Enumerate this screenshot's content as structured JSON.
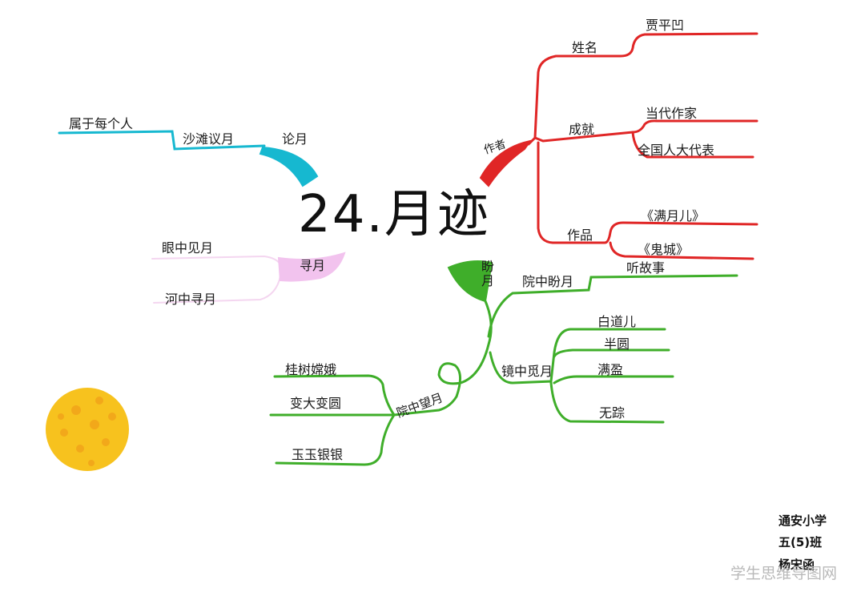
{
  "title": "24.月迹",
  "colors": {
    "red": "#e02626",
    "cyan": "#16b8d0",
    "green": "#3fae2a",
    "pink": "#f2c3ee",
    "moon": "#f7c21e"
  },
  "branches": {
    "author": {
      "label": "作者",
      "children": [
        {
          "label": "姓名",
          "leaf": "贾平凹"
        },
        {
          "label": "成就",
          "leaves": [
            "当代作家",
            "全国人大代表"
          ]
        },
        {
          "label": "作品",
          "leaves": [
            "《满月儿》",
            "《鬼城》"
          ]
        }
      ]
    },
    "seek": {
      "label": "盼月",
      "children": [
        {
          "label": "院中盼月",
          "leaf": "听故事"
        },
        {
          "label": "镜中觅月",
          "leaves": [
            "白道儿",
            "半圆",
            "满盈",
            "无踪"
          ]
        }
      ]
    },
    "yard": {
      "label": "院中望月",
      "leaves": [
        "桂树嫦娥",
        "变大变圆",
        "玉玉银银"
      ]
    },
    "find": {
      "label": "寻月",
      "leaves": [
        "眼中见月",
        "河中寻月"
      ]
    },
    "discuss": {
      "label": "论月",
      "children": [
        {
          "label": "沙滩议月",
          "leaf": "属于每个人"
        }
      ]
    }
  },
  "signature": [
    "通安小学",
    "五(5)班",
    "杨宋函"
  ],
  "watermark": "学生思维导图网"
}
